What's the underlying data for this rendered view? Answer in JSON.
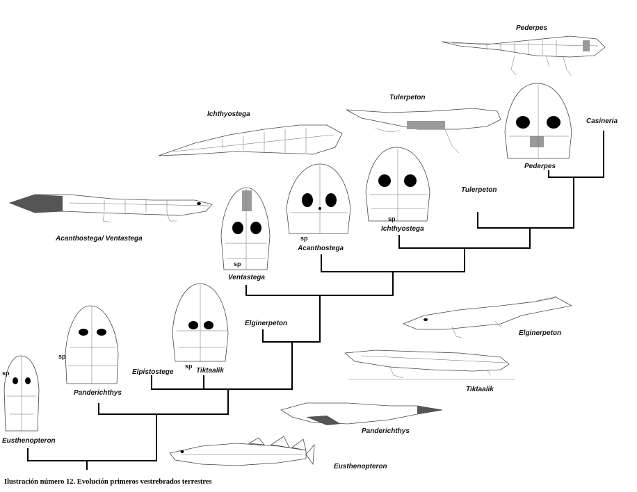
{
  "caption": "Ilustración número 12. Evolución primeros vestrebrados terrestres",
  "animals": {
    "pederpes": "Pederpes",
    "tulerpeton": "Tulerpeton",
    "ichthyostega": "Ichthyostega",
    "acanthostega_ventastega": "Acanthostega/ Ventastega",
    "elginerpeton": "Elginerpeton",
    "tiktaalik": "Tiktaalik",
    "panderichthys": "Panderichthys",
    "eusthenopteron": "Eusthenopteron"
  },
  "skulls": {
    "eusthenopteron": "Eusthenopteron",
    "panderichthys": "Panderichthys",
    "elpistostege": "Elpistostege",
    "tiktaalik": "Tiktaalik",
    "ventastega": "Ventastega",
    "acanthostega": "Acanthostega",
    "ichthyostega": "Ichthyostega",
    "pederpes": "Pederpes"
  },
  "tree_labels": {
    "casineria": "Casineria",
    "tulerpeton": "Tulerpeton",
    "elginerpeton": "Elginerpeton"
  },
  "sp_label": "sp"
}
